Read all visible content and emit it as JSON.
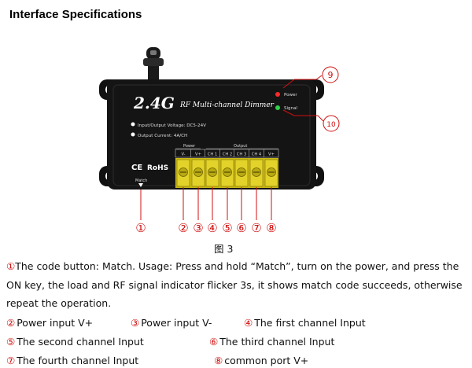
{
  "heading": "Interface Specifications",
  "device": {
    "brand": "2.4G",
    "model": "RF Multi-channel Dimmer",
    "spec_voltage": "Input/Output Voltage: DC5-24V",
    "spec_current": "Output Current: 4A/CH",
    "led_power": "Power",
    "led_signal": "Signal",
    "cert_ce": "CE",
    "cert_rohs": "RoHS",
    "match_label": "Match",
    "group_power": "Power",
    "group_output": "Output",
    "terminals": [
      "V-",
      "V+",
      "CH 1",
      "CH 2",
      "CH 3",
      "CH 4",
      "V+"
    ]
  },
  "callouts": [
    "①",
    "②",
    "③",
    "④",
    "⑤",
    "⑥",
    "⑦",
    "⑧",
    "9",
    "10"
  ],
  "figure_caption": "图 3",
  "description": {
    "number": "①",
    "text": "The code button: Match. Usage: Press and hold “Match”, turn on the power, and press the ON key, the load and RF signal indicator flicker 3s, it shows match code succeeds, otherwise repeat the operation."
  },
  "legend": [
    {
      "num": "②",
      "label": "Power input V+"
    },
    {
      "num": "③",
      "label": "Power input V-"
    },
    {
      "num": "④",
      "label": "The first channel Input"
    },
    {
      "num": "⑤",
      "label": "The second channel Input"
    },
    {
      "num": "⑥",
      "label": "The third channel Input"
    },
    {
      "num": "⑦",
      "label": "The fourth channel Input"
    },
    {
      "num": "⑧",
      "label": "common port V+"
    }
  ],
  "colors": {
    "callout": "#d01010",
    "device_body": "#111111",
    "terminal": "#d2c21a"
  }
}
